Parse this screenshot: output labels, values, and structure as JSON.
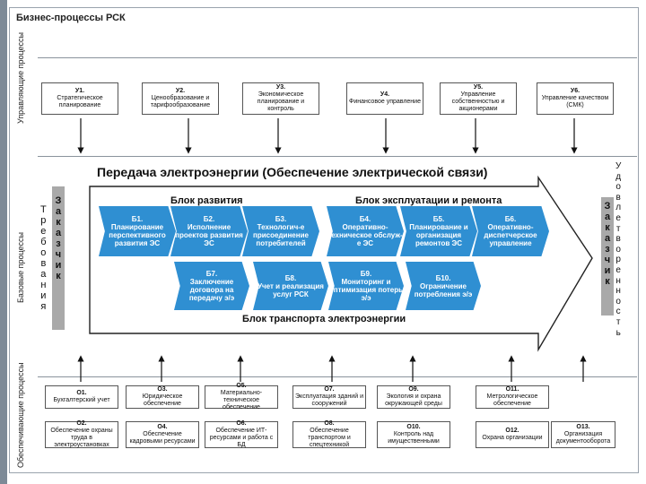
{
  "page": {
    "title": "Бизнес-процессы РСК"
  },
  "side_labels": {
    "management": "Управляющие процессы",
    "basic": "Базовые процессы",
    "support": "Обеспечивающие процессы"
  },
  "management_processes": [
    {
      "code": "У1.",
      "text": "Стратегическое планирование"
    },
    {
      "code": "У2.",
      "text": "Ценообразование и тарифообразование"
    },
    {
      "code": "У3.",
      "text": "Экономическое планирование и контроль"
    },
    {
      "code": "У4.",
      "text": "Финансовое управление"
    },
    {
      "code": "У5.",
      "text": "Управление собственностью и акционерами"
    },
    {
      "code": "У6.",
      "text": "Управление качеством (СМК)"
    }
  ],
  "transmission": {
    "title": "Передача электроэнергии (Обеспечение электрической связи)",
    "block_development": "Блок развития",
    "block_operation": "Блок эксплуатации и ремонта",
    "block_transport": "Блок транспорта электроэнергии",
    "customer_left": [
      "З",
      "а",
      "к",
      "а",
      "з",
      "ч",
      "и",
      "к"
    ],
    "requirements_left": [
      "Т",
      "р",
      "е",
      "б",
      "о",
      "в",
      "а",
      "н",
      "и",
      "я"
    ],
    "customer_right": [
      "З",
      "а",
      "к",
      "а",
      "з",
      "ч",
      "и",
      "к"
    ],
    "satisfaction_right": [
      "У",
      "д",
      "о",
      "в",
      "л",
      "е",
      "т",
      "в",
      "о",
      "р",
      "е",
      "н",
      "н",
      "о",
      "с",
      "т",
      "ь"
    ],
    "row1": [
      {
        "code": "Б1.",
        "text": "Планирование перспективного развития ЭС"
      },
      {
        "code": "Б2.",
        "text": "Исполнение проектов развития ЭС"
      },
      {
        "code": "Б3.",
        "text": "Технологич-е присоединение потребителей"
      },
      {
        "code": "Б4.",
        "text": "Оперативно-техническое обслуж-е ЭС"
      },
      {
        "code": "Б5.",
        "text": "Планирование и организация ремонтов ЭС"
      },
      {
        "code": "Б6.",
        "text": "Оперативно-диспетчерское управление"
      }
    ],
    "row2": [
      {
        "code": "Б7.",
        "text": "Заключение договора на передачу э/э"
      },
      {
        "code": "Б8.",
        "text": "Учет и реализация услуг РСК"
      },
      {
        "code": "Б9.",
        "text": "Мониторинг и оптимизация потерь э/э"
      },
      {
        "code": "Б10.",
        "text": "Ограничение потребления э/э"
      }
    ]
  },
  "support_processes": {
    "row1": [
      {
        "code": "О1.",
        "text": "Бухгалтерский учет"
      },
      {
        "code": "О3.",
        "text": "Юридическое обеспечение"
      },
      {
        "code": "О5.",
        "text": "Материально-техническое обеспечение"
      },
      {
        "code": "О7.",
        "text": "Эксплуатация зданий и сооружений"
      },
      {
        "code": "О9.",
        "text": "Экология и охрана окружающей среды"
      },
      {
        "code": "О11.",
        "text": "Метрологическое обеспечение"
      }
    ],
    "row2": [
      {
        "code": "О2.",
        "text": "Обеспечение охраны труда в электроустановках"
      },
      {
        "code": "О4.",
        "text": "Обеспечение кадровыми ресурсами"
      },
      {
        "code": "О6.",
        "text": "Обеспечение ИТ-ресурсами и работа с БД"
      },
      {
        "code": "О8.",
        "text": "Обеспечение транспортом и спецтехникой"
      },
      {
        "code": "О10.",
        "text": "Контроль над имущественными"
      },
      {
        "code": "О12.",
        "text": "Охрана организации"
      },
      {
        "code": "О13.",
        "text": "Организация документооборота"
      }
    ]
  },
  "colors": {
    "accent_blue": "#2f8fd2",
    "customer_gray": "#a9a9a9",
    "frame_gray": "#9aa3ad"
  }
}
